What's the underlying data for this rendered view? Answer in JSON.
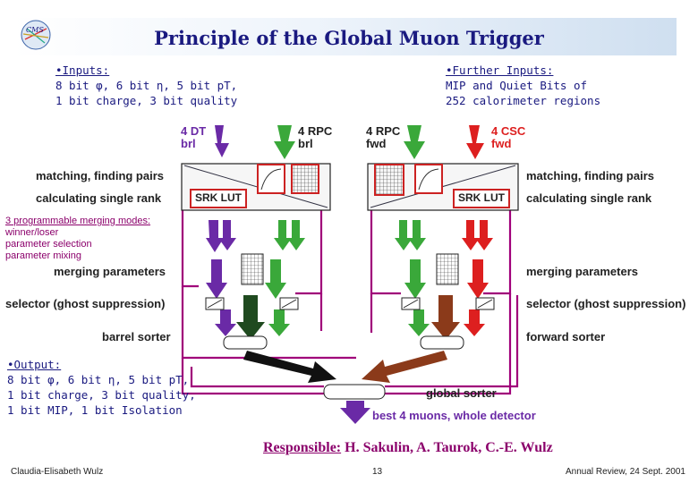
{
  "title": "Principle of the Global Muon Trigger",
  "inputs": {
    "heading": "•Inputs:",
    "line1": "8 bit φ, 6 bit η, 5 bit pT,",
    "line2": "1 bit charge, 3 bit quality"
  },
  "further_inputs": {
    "heading": "•Further Inputs:",
    "line1": "MIP and Quiet Bits of",
    "line2": "252 calorimeter regions"
  },
  "sources": {
    "dt": {
      "line1": "4 DT",
      "line2": "brl",
      "color": "#6a2aa6"
    },
    "rpc_brl": {
      "line1": "4 RPC",
      "line2": "brl",
      "color": "#3aa83a"
    },
    "rpc_fwd": {
      "line1": "4 RPC",
      "line2": "fwd",
      "color": "#3aa83a"
    },
    "csc": {
      "line1": "4 CSC",
      "line2": "fwd",
      "color": "#dd1f1f"
    }
  },
  "labels": {
    "matching_left": "matching, finding pairs",
    "calculating_left": "calculating single rank",
    "matching_right": "matching, finding pairs",
    "calculating_right": "calculating single rank",
    "srk_left": "SRK LUT",
    "srk_right": "SRK LUT",
    "merging_left": "merging parameters",
    "merging_right": "merging parameters",
    "selector_left": "selector (ghost suppression)",
    "selector_right": "selector (ghost suppression)",
    "barrel_sorter": "barrel sorter",
    "forward_sorter": "forward sorter",
    "global_sorter": "global sorter",
    "best": "best 4 muons, whole detector"
  },
  "modes": {
    "heading": "3 programmable merging modes:",
    "items": [
      "winner/loser",
      "parameter selection",
      "parameter mixing"
    ]
  },
  "output": {
    "heading": "•Output:",
    "line1": "8 bit φ, 6 bit η, 5 bit pT,",
    "line2": "1 bit charge, 3 bit quality,",
    "line3": "1 bit MIP, 1 bit Isolation"
  },
  "responsible": {
    "heading": "Responsible:",
    "names": "H. Sakulin, A. Taurok, C.-E. Wulz"
  },
  "footer": {
    "author": "Claudia-Elisabeth Wulz",
    "page": "13",
    "event": "Annual Review, 24 Sept. 2001"
  },
  "colors": {
    "title": "#1a1a80",
    "wire": "#a0007a",
    "box": "#cc2222",
    "barrel_out": "#1f4a1f",
    "forward_out": "#8b3a1a",
    "best": "#6a2aa6",
    "black": "#111111"
  }
}
